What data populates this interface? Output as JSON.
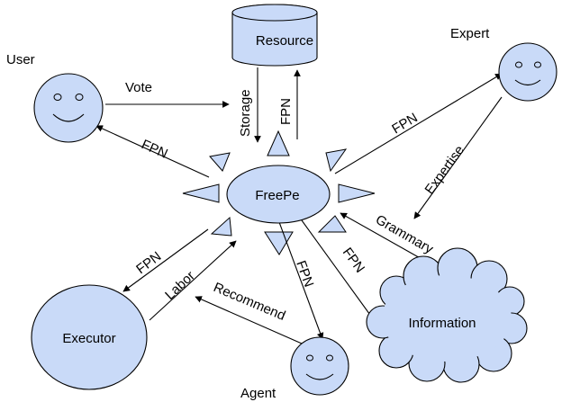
{
  "colors": {
    "node_fill": "#c9daf8",
    "stroke": "#000000",
    "text": "#000000"
  },
  "nodes": {
    "resource": "Resource",
    "freepe": "FreePe",
    "executor": "Executor",
    "information": "Information"
  },
  "actors": {
    "user": "User",
    "expert": "Expert",
    "agent": "Agent"
  },
  "edges": {
    "vote": "Vote",
    "storage": "Storage",
    "fpn_resource": "FPN",
    "fpn_user": "FPN",
    "fpn_expert": "FPN",
    "expertise": "Expertise",
    "grammary": "Grammary",
    "fpn_executor": "FPN",
    "labor": "Labor",
    "recommend": "Recommend",
    "fpn_agent": "FPN",
    "fpn_information": "FPN"
  },
  "icons": {
    "user": "smiley-face-icon",
    "expert": "smiley-face-icon",
    "agent": "smiley-face-icon"
  }
}
